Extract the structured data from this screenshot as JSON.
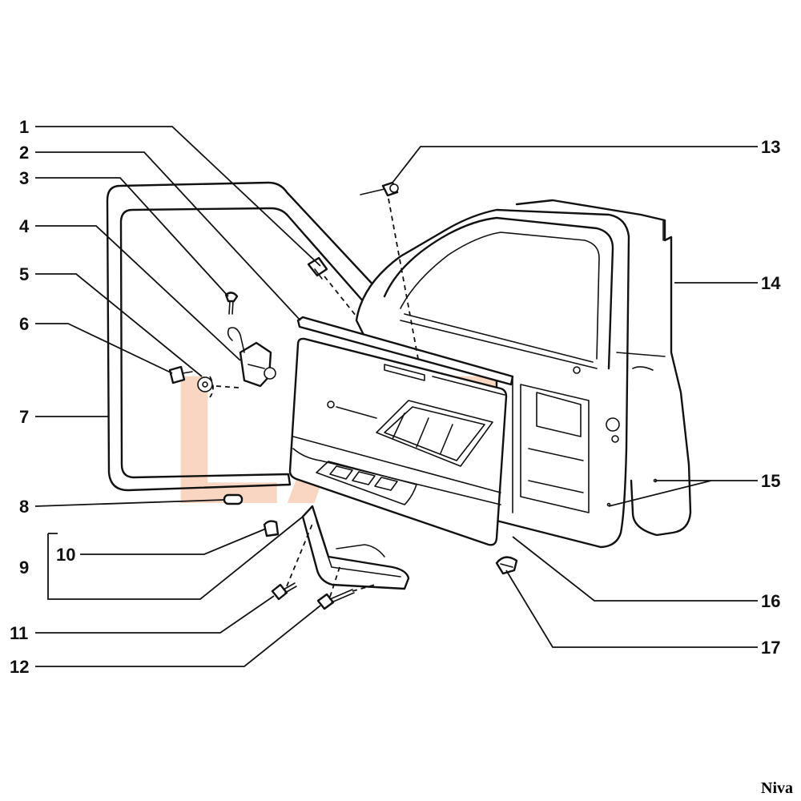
{
  "diagram": {
    "labels": [
      "1",
      "2",
      "3",
      "4",
      "5",
      "6",
      "7",
      "8",
      "9",
      "10",
      "11",
      "12",
      "13",
      "14",
      "15",
      "16",
      "17"
    ],
    "watermark": "LADA",
    "caption": "Niva",
    "watermark_color": "#f6c9ad"
  }
}
